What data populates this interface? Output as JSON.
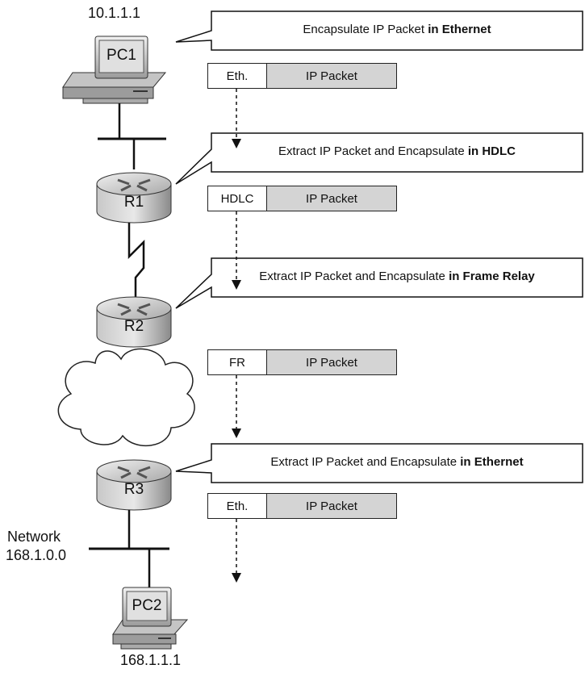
{
  "hosts": {
    "pc1": {
      "name": "PC1",
      "ip": "10.1.1.1"
    },
    "pc2": {
      "name": "PC2",
      "ip": "168.1.1.1"
    }
  },
  "routers": [
    {
      "name": "R1"
    },
    {
      "name": "R2"
    },
    {
      "name": "R3"
    }
  ],
  "network_label": {
    "line1": "Network",
    "line2": "168.1.0.0"
  },
  "steps": [
    {
      "text": "Encapsulate IP Packet ",
      "bold": "in Ethernet",
      "header": "Eth.",
      "payload": "IP Packet"
    },
    {
      "text": "Extract IP Packet and Encapsulate ",
      "bold": "in HDLC",
      "header": "HDLC",
      "payload": "IP Packet"
    },
    {
      "text": "Extract IP Packet and Encapsulate ",
      "bold": "in Frame Relay",
      "header": "FR",
      "payload": "IP Packet"
    },
    {
      "text": "Extract IP Packet and Encapsulate ",
      "bold": "in Ethernet",
      "header": "Eth.",
      "payload": "IP Packet"
    }
  ]
}
